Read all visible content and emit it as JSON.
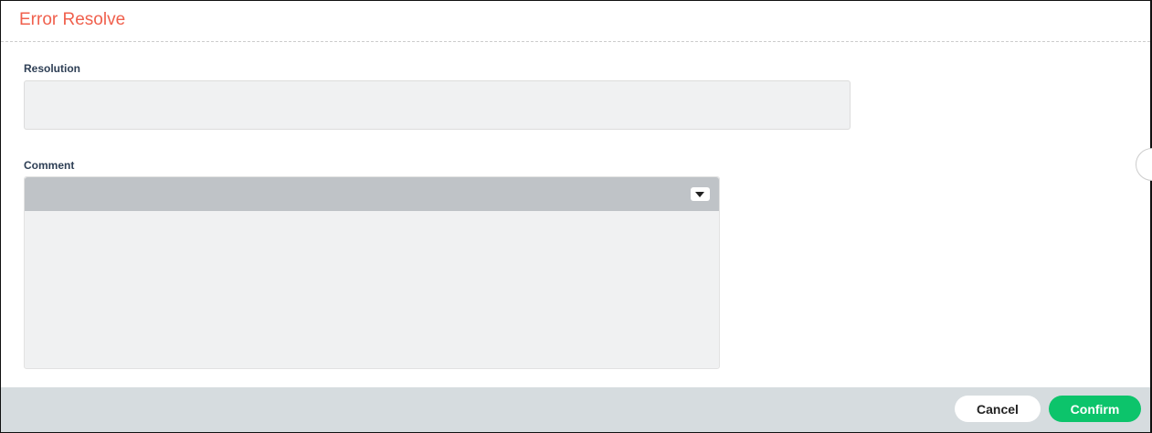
{
  "dialog": {
    "title": "Error Resolve"
  },
  "form": {
    "resolution_label": "Resolution",
    "resolution_value": "",
    "comment_label": "Comment",
    "comment_value": ""
  },
  "footer": {
    "cancel_label": "Cancel",
    "confirm_label": "Confirm"
  },
  "colors": {
    "title": "#f0604d",
    "confirm": "#0cc46b"
  }
}
